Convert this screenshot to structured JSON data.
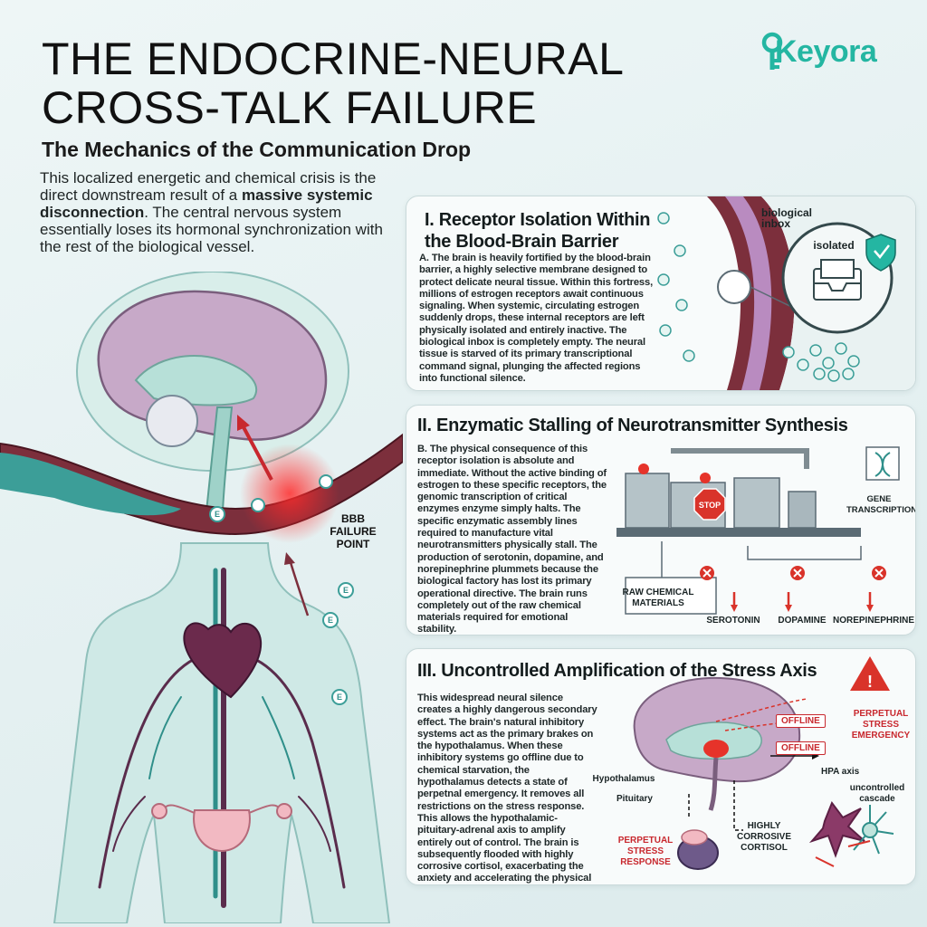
{
  "header": {
    "title_line1": "THE ENDOCRINE-NEURAL",
    "title_line2": "CROSS-TALK FAILURE",
    "subtitle": "The Mechanics of the Communication Drop",
    "intro_part1": "This localized energetic and chemical crisis is the direct downstream result of a ",
    "intro_bold": "massive systemic disconnection",
    "intro_part2": ". The central nervous system essentially loses its hormonal synchronization with the rest of the biological vessel."
  },
  "brand": {
    "name": "Keyora",
    "accent": "#24b6a2"
  },
  "body_diagram": {
    "failure_label_1": "BBB",
    "failure_label_2": "FAILURE",
    "failure_label_3": "POINT",
    "molecule_letter": "E"
  },
  "sections": [
    {
      "title_line1": "I. Receptor Isolation Within",
      "title_line2": "the Blood-Brain Barrier",
      "text": "A. The brain is heavily fortified by the blood-brain barrier, a highly selective membrane designed to protect delicate neural tissue. Within this fortress, millions of estrogen receptors await continuous signaling. When systemic, circulating estrogen suddenly drops, these internal receptors are left physically isolated and entirely inactive. The biological inbox is completely empty. The neural tissue is starved of its primary transcriptional command signal, plunging the affected regions into functional silence.",
      "label_inbox_1": "biological",
      "label_inbox_2": "inbox",
      "label_isolated": "isolated"
    },
    {
      "title": "II. Enzymatic Stalling of Neurotransmitter Synthesis",
      "text": "B. The physical consequence of this receptor isolation is absolute and immediate. Without the active binding of estrogen to these specific receptors, the genomic transcription of critical enzymes enzyme simply halts. The specific enzymatic assembly lines required to manufacture vital neurotransmitters physically stall. The production of serotonin, dopamine, and norepinephrine plummets because the biological factory has lost its primary operational directive. The brain runs completely out of the raw chemical materials required for emotional stability.",
      "label_gene_1": "GENE",
      "label_gene_2": "TRANSCRIPTION",
      "label_raw_1": "RAW CHEMICAL",
      "label_raw_2": "MATERIALS",
      "label_stop": "STOP",
      "neurotransmitters": [
        "SEROTONIN",
        "DOPAMINE",
        "NOREPINEPHRINE"
      ]
    },
    {
      "title": "III. Uncontrolled Amplification of the Stress Axis",
      "text": "This widespread neural silence creates a highly dangerous secondary effect. The brain's natural inhibitory systems act as the primary brakes on the hypothalamus. When these inhibitory systems go offline due to chemical starvation, the hypothalamus detects a state of perpetnal emergency. It removes all restrictions on the stress response. This allows the hypothalamic-pituitary-adrenal axis to amplify entirely out of control. The brain is subsequently flooded with highly corrosive cortisol, exacerbating the anxiety and accelerating the physical damage to the neural circuitry.",
      "badge_offline": "OFFLINE",
      "label_emergency_1": "PERPETUAL",
      "label_emergency_2": "STRESS",
      "label_emergency_3": "EMERGENCY",
      "label_hpa": "HPA axis",
      "label_cascade_1": "uncontrolled",
      "label_cascade_2": "cascade",
      "label_hypothalamus": "Hypothalamus",
      "label_pituitary": "Pituitary",
      "label_response_1": "PERPETUAL",
      "label_response_2": "STRESS",
      "label_response_3": "RESPONSE",
      "label_cortisol_1": "HIGHLY",
      "label_cortisol_2": "CORROSIVE",
      "label_cortisol_3": "CORTISOL"
    }
  ],
  "colors": {
    "teal": "#3c9e98",
    "vessel": "#8a3a4a",
    "alert_red": "#c8282e",
    "brain_pink": "#c7a9c8"
  }
}
